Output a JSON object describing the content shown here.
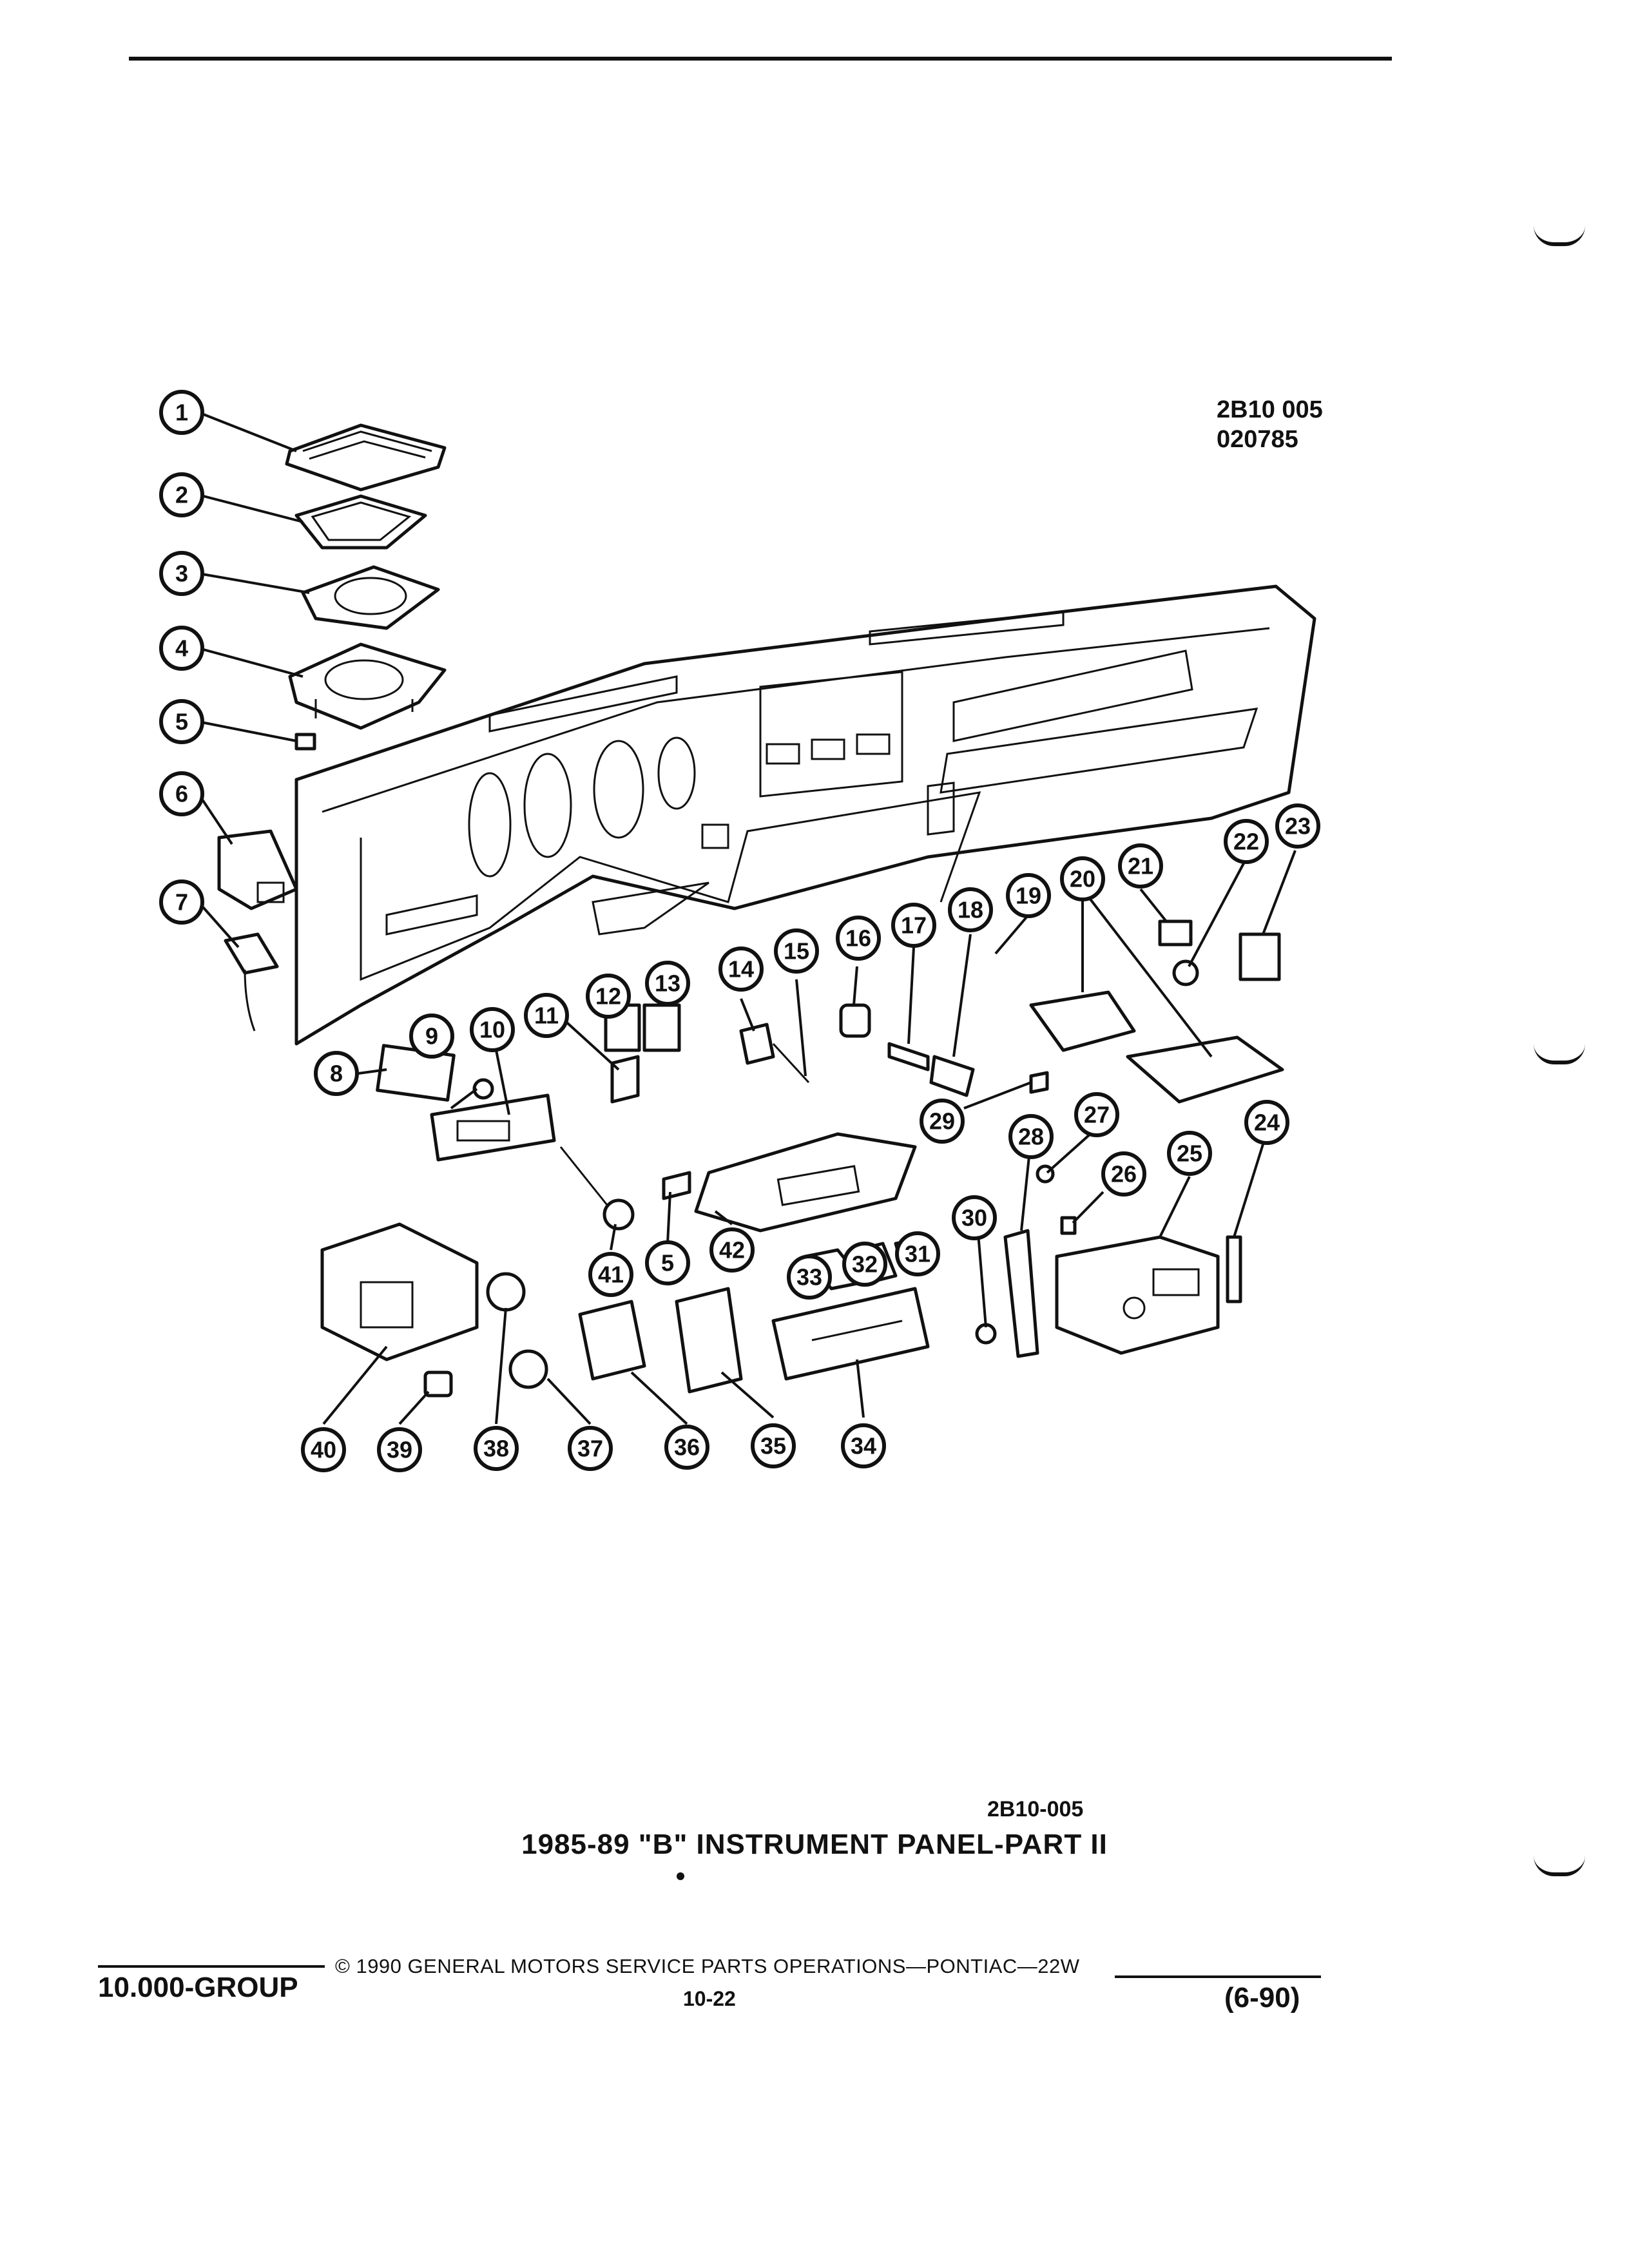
{
  "header": {
    "ref_code_line1": "2B10 005",
    "ref_code_line2": "020785"
  },
  "diagram": {
    "figure_code": "2B10-005",
    "title": "1985-89 \"B\" INSTRUMENT PANEL-PART II",
    "callouts": [
      "1",
      "2",
      "3",
      "4",
      "5",
      "6",
      "7",
      "8",
      "9",
      "10",
      "11",
      "12",
      "13",
      "14",
      "15",
      "16",
      "17",
      "18",
      "19",
      "20",
      "21",
      "22",
      "23",
      "24",
      "25",
      "26",
      "27",
      "28",
      "29",
      "30",
      "31",
      "32",
      "33",
      "34",
      "35",
      "36",
      "37",
      "38",
      "39",
      "40",
      "41",
      "42",
      "5"
    ]
  },
  "footer": {
    "group": "10.000-GROUP",
    "copyright": "© 1990 GENERAL MOTORS SERVICE PARTS OPERATIONS—PONTIAC—22W",
    "page": "10-22",
    "revision": "(6-90)"
  }
}
